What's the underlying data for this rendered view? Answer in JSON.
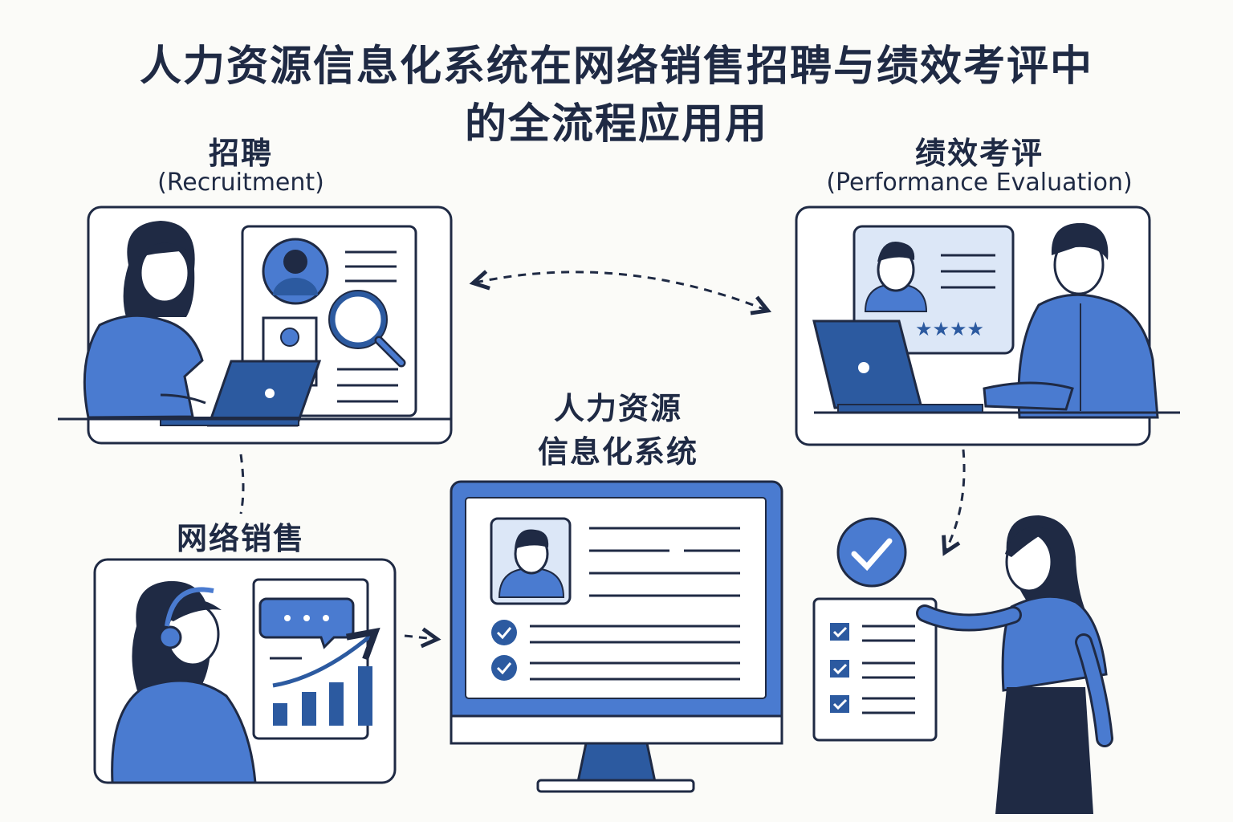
{
  "title": {
    "line1": "人力资源信息化系统在网络销售招聘与绩效考评中",
    "line2": "的全流程应用用"
  },
  "recruitment": {
    "label": "招聘",
    "sub": "(Recruitment)"
  },
  "performance": {
    "label": "绩效考评",
    "sub": "(Performance Evaluation)"
  },
  "sales": {
    "label": "网络销售"
  },
  "hris": {
    "line1": "人力资源",
    "line2": "信息化系统"
  },
  "colors": {
    "navy": "#1f2a44",
    "accent": "#4a7bd0",
    "accent_dark": "#2c5aa0",
    "paper": "#fbfbf8"
  }
}
